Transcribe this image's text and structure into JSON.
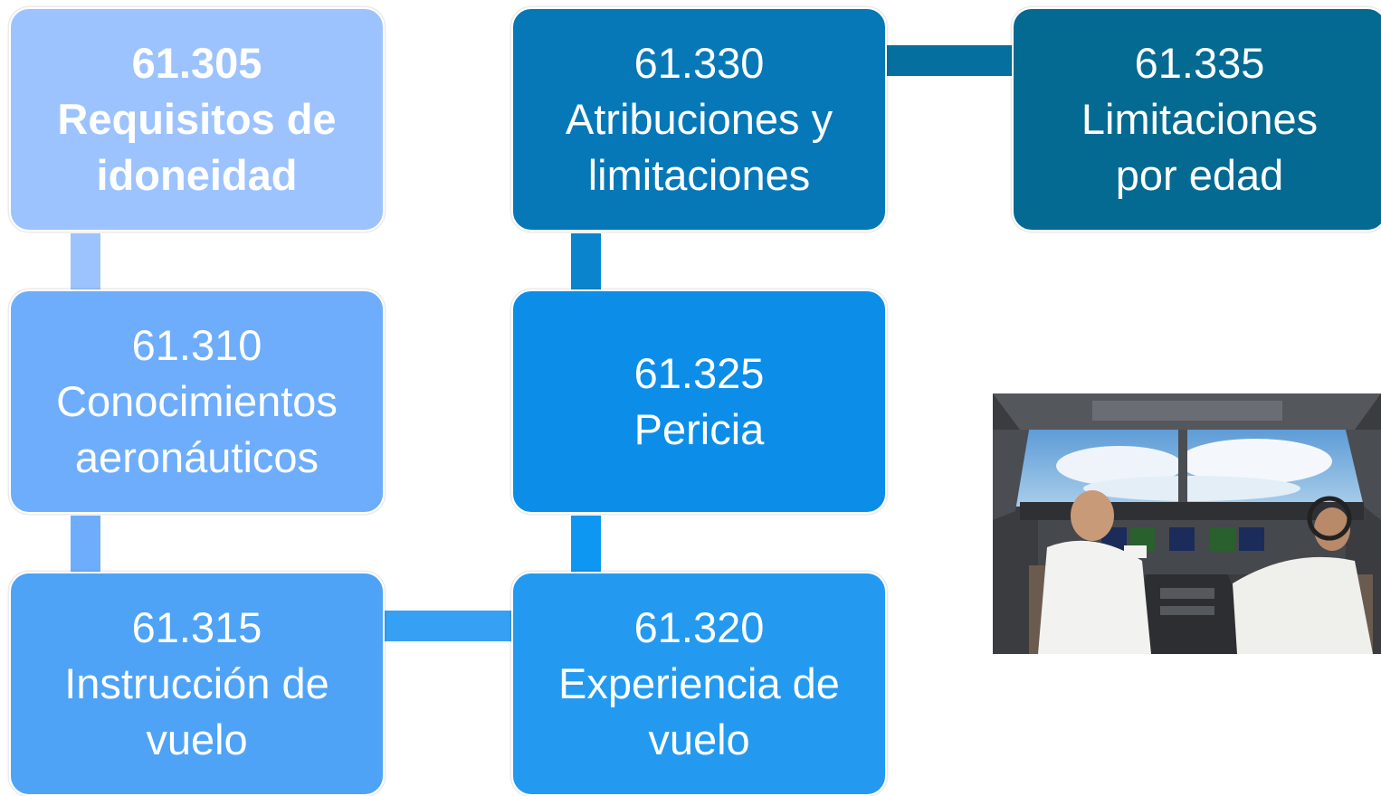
{
  "boxes": {
    "b305": {
      "code": "61.305",
      "line1": "Requisitos de",
      "line2": "idoneidad",
      "color": "#9DC3FF"
    },
    "b310": {
      "code": "61.310",
      "line1": "Conocimientos",
      "line2": "aeronáuticos",
      "color": "#6EADFC"
    },
    "b315": {
      "code": "61.315",
      "line1": "Instrucción de",
      "line2": "vuelo",
      "color": "#4EA3F6"
    },
    "b320": {
      "code": "61.320",
      "line1": "Experiencia de",
      "line2": "vuelo",
      "color": "#239AF0"
    },
    "b325": {
      "code": "61.325",
      "line1": "Pericia",
      "color": "#0C8EE8"
    },
    "b330": {
      "code": "61.330",
      "line1": "Atribuciones y",
      "line2": "limitaciones",
      "color": "#0678B8"
    },
    "b335": {
      "code": "61.335",
      "line1": "Limitaciones",
      "line2": "por edad",
      "color": "#046A92"
    }
  },
  "photo": {
    "subject": "pilots-in-cockpit"
  }
}
